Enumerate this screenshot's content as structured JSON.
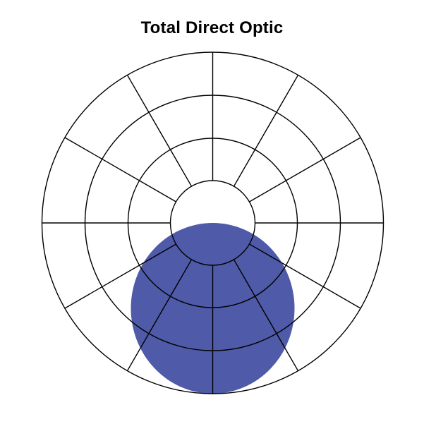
{
  "title": "Total Direct Optic",
  "colors": {
    "background": "#ffffff",
    "grid_line": "#000000",
    "light_distribution": "#4f5aa8"
  },
  "polar_grid": {
    "ring_count": 4,
    "radial_divisions": 12
  }
}
